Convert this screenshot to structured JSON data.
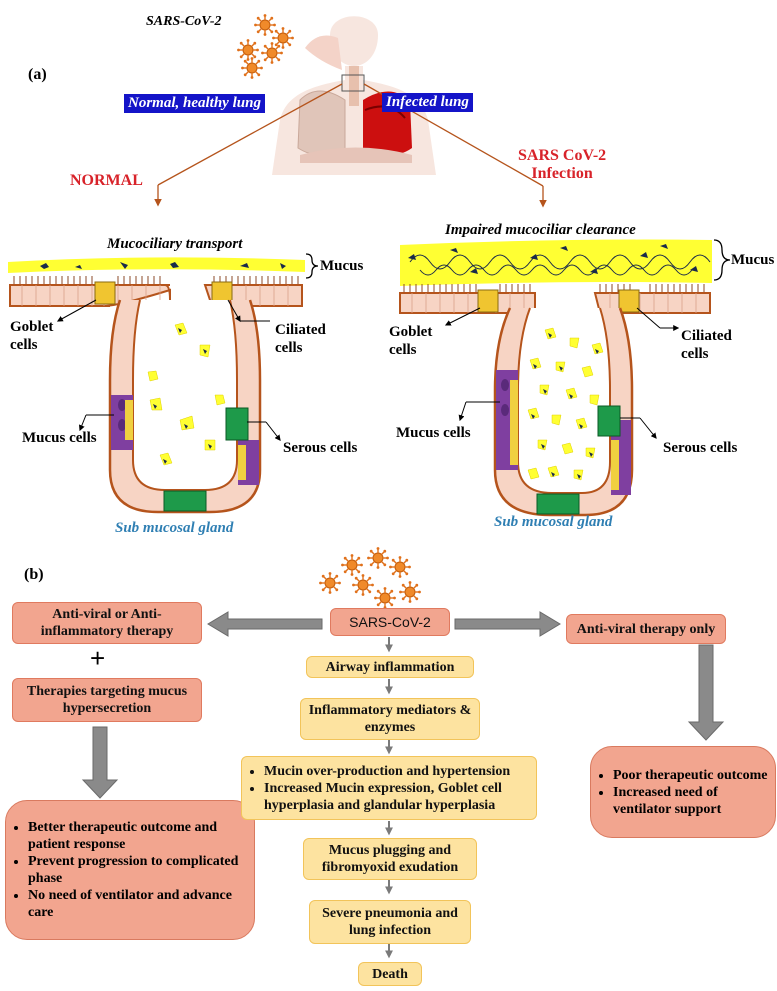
{
  "panel_a": {
    "label": "(a)",
    "virus_label": "SARS-CoV-2",
    "normal_lung_label": "Normal, healthy lung",
    "infected_lung_label": "Infected lung",
    "normal_branch": "NORMAL",
    "infection_branch_line1": "SARS CoV-2",
    "infection_branch_line2": "Infection",
    "left_gland": {
      "transport_label": "Mucociliary transport",
      "mucus": "Mucus",
      "goblet_line1": "Goblet",
      "goblet_line2": "cells",
      "ciliated_line1": "Ciliated",
      "ciliated_line2": "cells",
      "mucus_cells": "Mucus cells",
      "serous_cells": "Serous cells",
      "gland_label": "Sub mucosal gland"
    },
    "right_gland": {
      "clearance_label": "Impaired mucociliar clearance",
      "mucus": "Mucus",
      "goblet_line1": "Goblet",
      "goblet_line2": "cells",
      "ciliated_line1": "Ciliated",
      "ciliated_line2": "cells",
      "mucus_cells": "Mucus cells",
      "serous_cells": "Serous cells",
      "gland_label": "Sub mucosal gland"
    }
  },
  "panel_b": {
    "label": "(b)",
    "center_top": "SARS-CoV-2",
    "left_therapy": "Anti-viral or Anti-inflammatory therapy",
    "plus": "+",
    "left_targeting": "Therapies targeting mucus hypersecretion",
    "left_outcomes": [
      "Better therapeutic outcome and patient response",
      "Prevent progression to complicated phase",
      "No need of ventilator and advance care"
    ],
    "right_therapy": "Anti-viral therapy only",
    "right_outcomes": [
      "Poor therapeutic outcome",
      "Increased need of ventilator support"
    ],
    "chain": {
      "step1": "Airway inflammation",
      "step2": "Inflammatory mediators & enzymes",
      "step3_items": [
        "Mucin over-production and hypertension",
        "Increased Mucin expression, Goblet cell hyperplasia and glandular hyperplasia"
      ],
      "step4": "Mucus plugging and fibromyoxid exudation",
      "step5": "Severe pneumonia and lung infection",
      "step6": "Death"
    }
  },
  "colors": {
    "salmon_box": "#f2a58f",
    "yellow_box": "#fde3a0",
    "mucus_yellow": "#ffff33",
    "gland_outline": "#b5541c",
    "band_blue": "#1414c8",
    "label_red": "#d8232a",
    "gland_label_blue": "#2f7fb3"
  }
}
